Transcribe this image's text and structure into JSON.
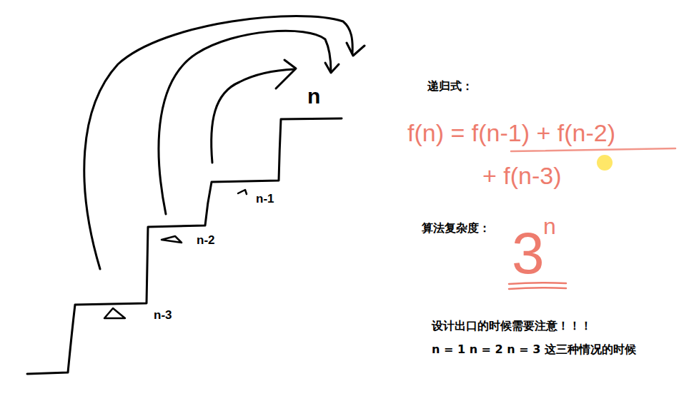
{
  "diagram": {
    "labels": [
      "n",
      "n-1",
      "n-2",
      "n-3",
      "递归式：",
      "f(n) = f(n-1) + f(n-2)",
      "+ f(n-3)",
      "算法复杂度：",
      "3",
      "n",
      "设计出口的时候需要注意！！！",
      "n = 1 n = 2 n = 3 这三种情况的时候"
    ]
  }
}
